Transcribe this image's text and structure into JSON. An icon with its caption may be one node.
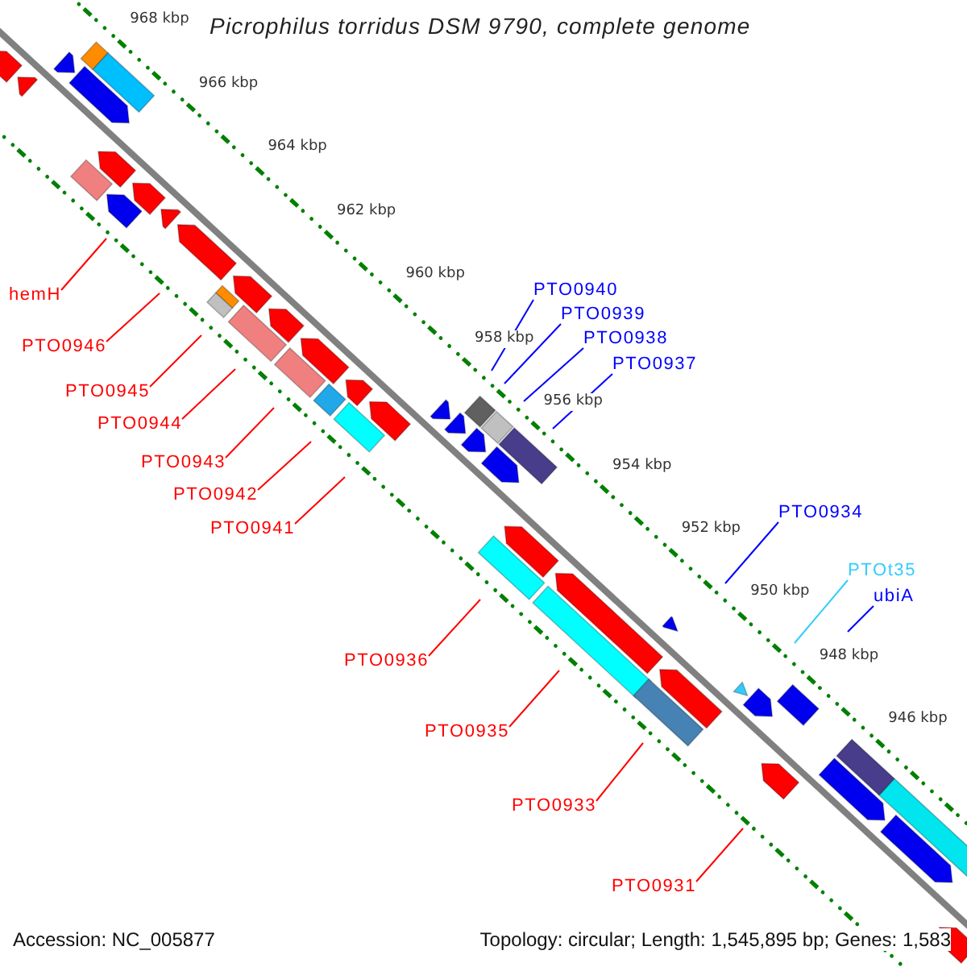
{
  "diagram": {
    "title": "Picrophilus torridus DSM 9790, complete genome",
    "nodes": [
      {
        "text": [
          "PTO0940"
        ]
      },
      {
        "text": [
          "hemH"
        ]
      },
      {
        "text": [
          "PTO0939"
        ]
      },
      {
        "text": [
          "PTO0938"
        ]
      },
      {
        "text": [
          "PTO0946"
        ]
      },
      {
        "text": [
          "PTO0937"
        ]
      },
      {
        "text": [
          "PTO0945"
        ]
      },
      {
        "text": [
          "PTO0944"
        ]
      },
      {
        "text": [
          "PTO0943"
        ]
      },
      {
        "text": [
          "PTO0942"
        ]
      },
      {
        "text": [
          "PTO0934"
        ]
      },
      {
        "text": [
          "PTO0941"
        ]
      },
      {
        "text": [
          "PTOt35"
        ]
      },
      {
        "text": [
          "ubiA"
        ]
      },
      {
        "text": [
          "PTO0936"
        ]
      },
      {
        "text": [
          "PTO0935"
        ]
      },
      {
        "text": [
          "PTO0933"
        ]
      },
      {
        "text": [
          "PTO0931"
        ]
      }
    ],
    "edges": [
      {
        "from": 0,
        "to": null,
        "arrow": "none",
        "color": "#0000ff"
      },
      {
        "from": 1,
        "to": null,
        "arrow": "none"
      },
      {
        "from": 2,
        "to": null,
        "arrow": "none",
        "color": "#0000ff"
      },
      {
        "from": 3,
        "to": null,
        "arrow": "none",
        "color": "#0000ff"
      },
      {
        "from": 4,
        "to": null,
        "arrow": "none"
      },
      {
        "from": 5,
        "to": null,
        "arrow": "none",
        "color": "#0000ff"
      },
      {
        "from": 6,
        "to": null,
        "arrow": "none"
      },
      {
        "from": 7,
        "to": null,
        "arrow": "none"
      },
      {
        "from": 8,
        "to": null,
        "arrow": "none"
      },
      {
        "from": 9,
        "to": null,
        "arrow": "none"
      },
      {
        "from": 10,
        "to": null,
        "arrow": "none",
        "color": "#0000ff"
      },
      {
        "from": 11,
        "to": null,
        "arrow": "none"
      },
      {
        "from": 12,
        "to": null,
        "arrow": "none",
        "color": "#33ccff"
      },
      {
        "from": 13,
        "to": null,
        "arrow": "none",
        "color": "#0000ff"
      },
      {
        "from": 14,
        "to": null,
        "arrow": "none"
      },
      {
        "from": 15,
        "to": null,
        "arrow": "none"
      },
      {
        "from": 16,
        "to": null,
        "arrow": "none"
      },
      {
        "from": 17,
        "to": null,
        "arrow": "none"
      }
    ],
    "labels": [
      "968 kbp",
      "966 kbp",
      "964 kbp",
      "962 kbp",
      "960 kbp",
      "958 kbp",
      "956 kbp",
      "954 kbp",
      "952 kbp",
      "950 kbp",
      "948 kbp",
      "946 kbp",
      "Accession: NC_005877",
      "Topology: circular; Length: 1,545,895 bp; Genes: 1,583"
    ]
  }
}
